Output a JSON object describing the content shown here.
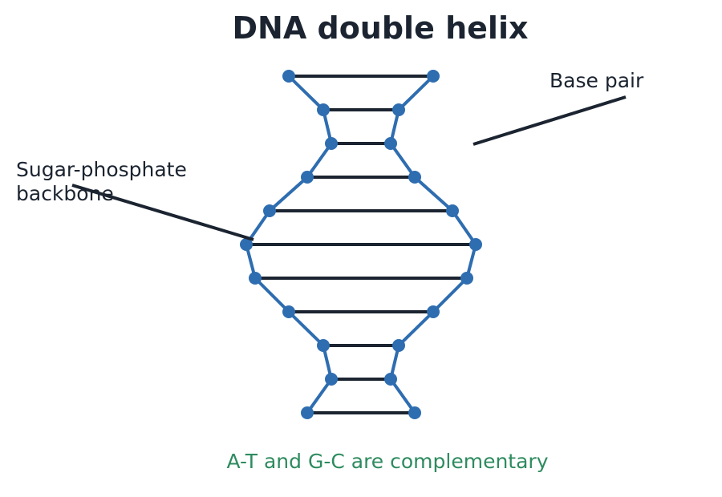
{
  "title": "DNA double helix",
  "labels": {
    "base_pair": "Base pair",
    "backbone_line1": "Sugar-phosphate",
    "backbone_line2": "backbone"
  },
  "caption": "A-T and G-C are complementary",
  "colors": {
    "text": "#1b2430",
    "backbone": "#2e6db0",
    "node": "#2e6db0",
    "rung": "#1b2430",
    "caption": "#2e8b5f"
  },
  "strand_pairs": 11
}
